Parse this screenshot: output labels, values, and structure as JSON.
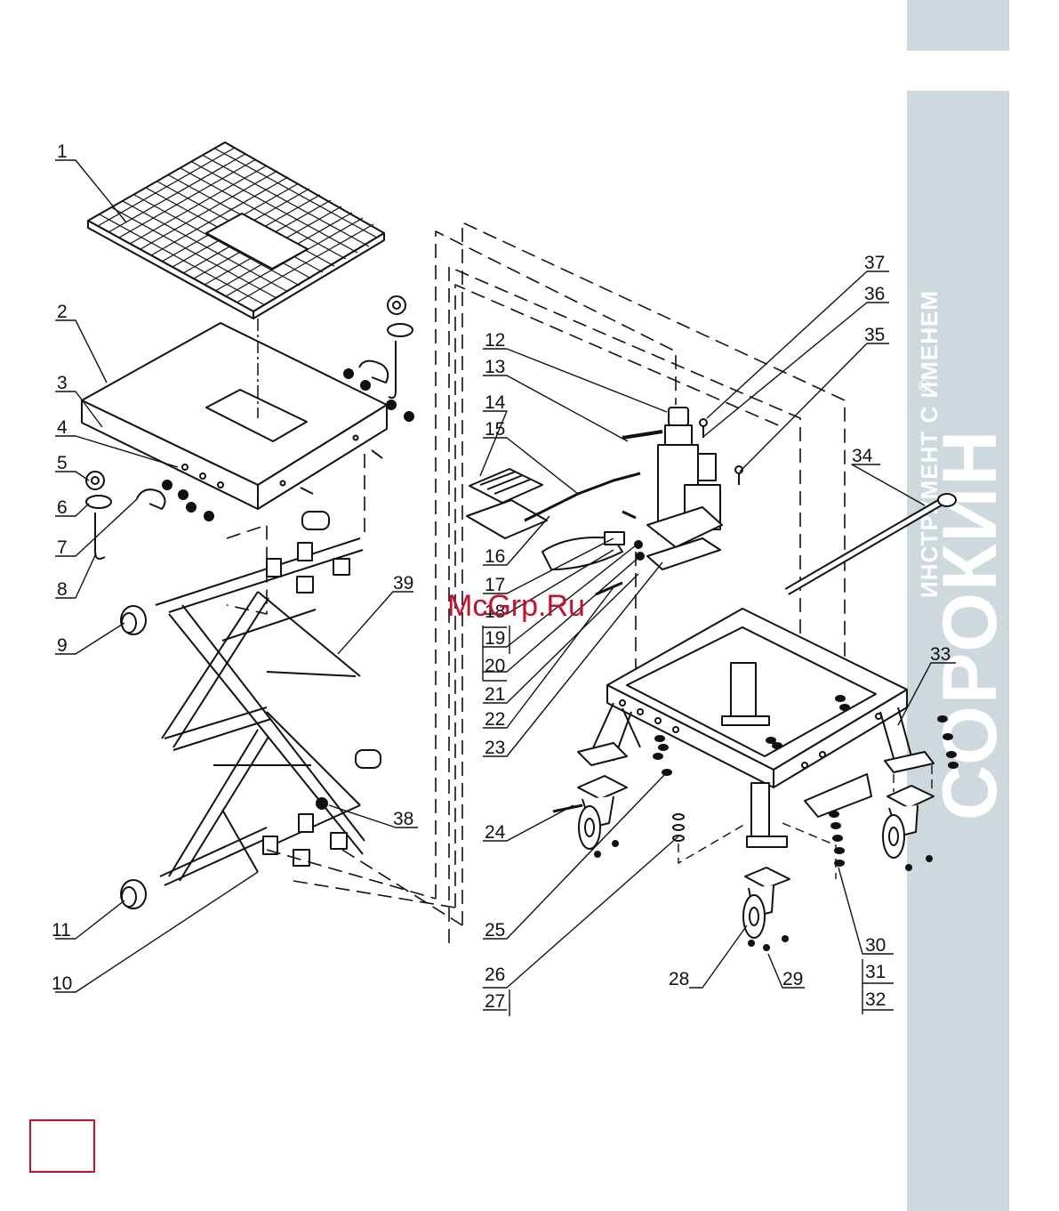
{
  "brand": {
    "name": "СОРОКИН",
    "tagline": "ИНСТРУМЕНТ С ИМЕНЕМ",
    "registered": "®",
    "panel_color": "#cdd9dd"
  },
  "watermark": "McGrp.Ru",
  "page_number": "",
  "labels": {
    "l1": "1",
    "l2": "2",
    "l3": "3",
    "l4": "4",
    "l5": "5",
    "l6": "6",
    "l7": "7",
    "l8": "8",
    "l9": "9",
    "l10": "10",
    "l11": "11",
    "l12": "12",
    "l13": "13",
    "l14": "14",
    "l15": "15",
    "l16": "16",
    "l17": "17",
    "l18": "18",
    "l19": "19",
    "l20": "20",
    "l21": "21",
    "l22": "22",
    "l23": "23",
    "l24": "24",
    "l25": "25",
    "l26": "26",
    "l27": "27",
    "l28": "28",
    "l29": "29",
    "l30": "30",
    "l31": "31",
    "l32": "32",
    "l33": "33",
    "l34": "34",
    "l35": "35",
    "l36": "36",
    "l37": "37",
    "l38": "38",
    "l39": "39"
  }
}
